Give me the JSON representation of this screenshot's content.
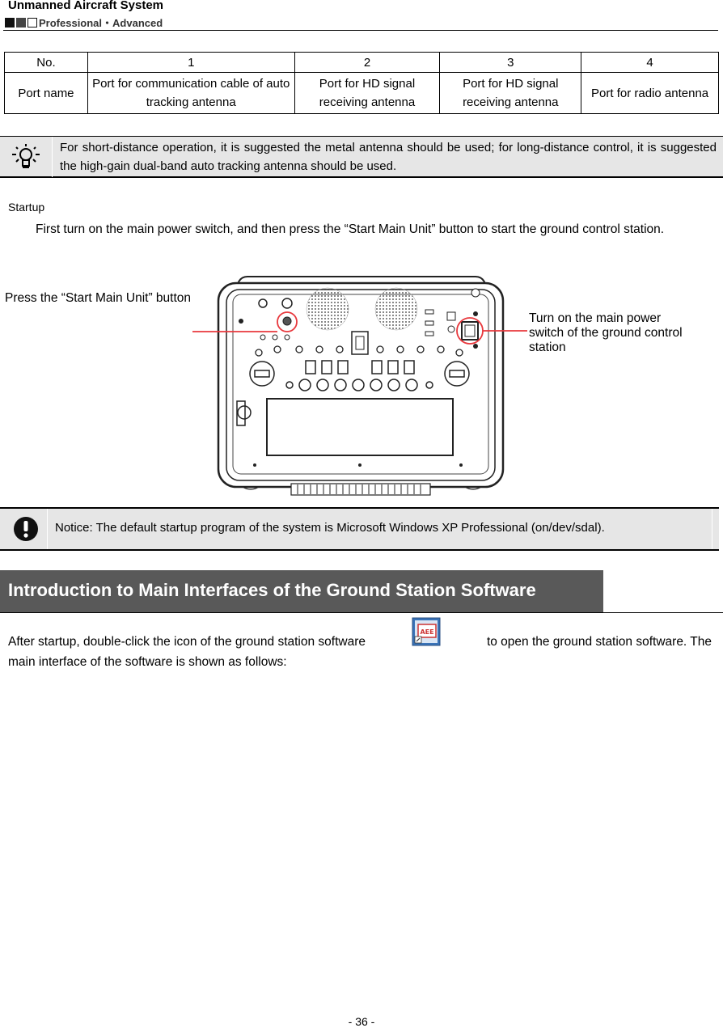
{
  "header": {
    "title": "Unmanned Aircraft System",
    "subtitle": "Professional・Advanced"
  },
  "port_table": {
    "row_labels": [
      "No.",
      "Port name"
    ],
    "numbers": [
      "1",
      "2",
      "3",
      "4"
    ],
    "names": [
      "Port for communication cable of auto tracking antenna",
      "Port for HD signal receiving antenna",
      "Port for HD signal receiving antenna",
      "Port for radio antenna"
    ]
  },
  "tip": {
    "icon": "lightbulb-icon",
    "text": "For short-distance operation, it is suggested the metal antenna should be used; for long-distance control, it is suggested the high-gain dual-band auto tracking antenna should be used."
  },
  "startup": {
    "heading": "Startup",
    "body": "First turn on the main power switch, and then press the “Start Main Unit” button to start the ground control station."
  },
  "figure": {
    "callout_left": "Press the “Start Main Unit” button",
    "callout_right": "Turn on the main power switch of the ground control station",
    "highlight_color": "#e8383d"
  },
  "notice": {
    "icon": "exclamation-icon",
    "text": "Notice: The default startup program of the system is Microsoft Windows XP Professional (on/dev/sdal)."
  },
  "section": {
    "title": "Introduction to Main Interfaces of the Ground Station Software"
  },
  "intro": {
    "before_icon": "After startup, double-click the icon of the ground station software",
    "after_icon": "to open the ground station software. The",
    "line2": "main interface of the software is shown as follows:",
    "icon": "ground-station-software-icon"
  },
  "footer": {
    "page": "- 36 -"
  }
}
